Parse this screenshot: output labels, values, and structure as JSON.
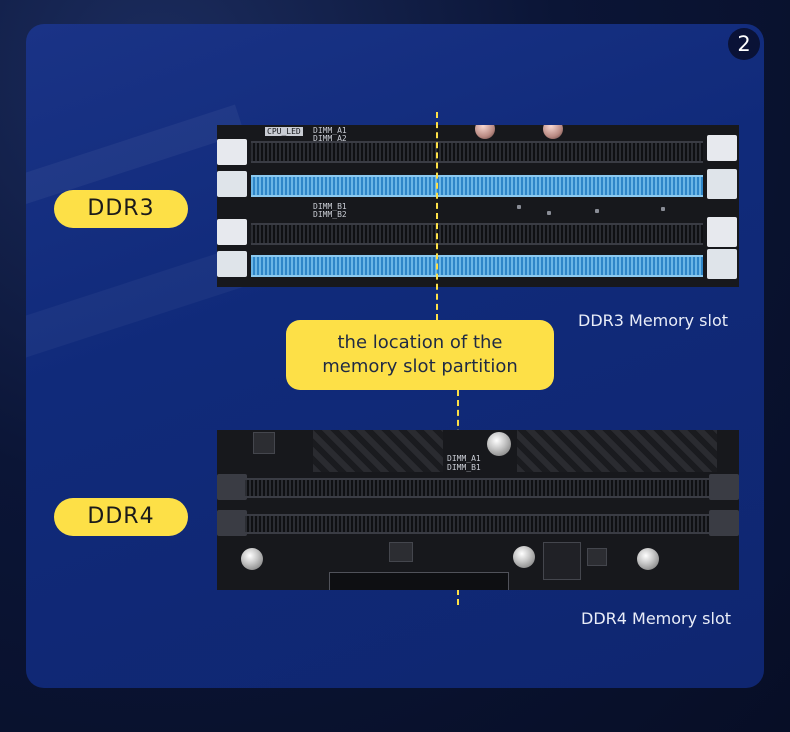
{
  "page_number": "2",
  "ddr3": {
    "label": "DDR3",
    "caption": "DDR3 Memory slot",
    "silk_a1": "DIMM_A1",
    "silk_a2": "DIMM_A2",
    "silk_b1": "DIMM_B1",
    "silk_b2": "DIMM_B2",
    "silk_cpu": "CPU_LED"
  },
  "ddr4": {
    "label": "DDR4",
    "caption": "DDR4 Memory slot",
    "silk_a1": "DIMM_A1",
    "silk_b1": "DIMM_B1"
  },
  "callout": {
    "line1": "the location of the",
    "line2": "memory slot partition"
  },
  "colors": {
    "accent_yellow": "#fde047",
    "panel_blue": "#102a7a",
    "ddr3_slot_blue": "#2f86c8"
  }
}
